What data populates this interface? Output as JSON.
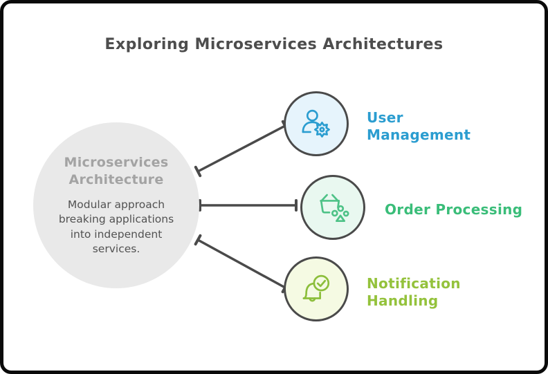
{
  "title": "Exploring Microservices Architectures",
  "main_node": {
    "heading": "Microservices Architecture",
    "description": "Modular approach breaking applications into independent services."
  },
  "services": [
    {
      "name": "user-management",
      "label": "User Management",
      "lines": [
        "User",
        "Management"
      ],
      "icon": "user-gear-icon",
      "color": "#2B9DD0",
      "fill": "#E6F4FC"
    },
    {
      "name": "order-processing",
      "label": "Order Processing",
      "lines": [
        "Order Processing"
      ],
      "icon": "shopping-basket-icon",
      "color": "#3ABD79",
      "fill": "#E9F8F0"
    },
    {
      "name": "notification-handling",
      "label": "Notification Handling",
      "lines": [
        "Notification",
        "Handling"
      ],
      "icon": "bell-check-icon",
      "color": "#94C23C",
      "fill": "#F5FAE3"
    }
  ],
  "palette": {
    "background": "#FFFFFF",
    "frame_border": "#0A0A0A",
    "title_text": "#4D4D4D",
    "connector": "#4A4A4A",
    "main_circle_fill": "#E9E9E9",
    "main_heading_text": "#A3A3A3",
    "main_description_text": "#525252",
    "user_icon_stroke": "#2B9DD0",
    "order_icon_stroke": "#4EC287",
    "notification_icon_stroke": "#8CBE3B"
  }
}
